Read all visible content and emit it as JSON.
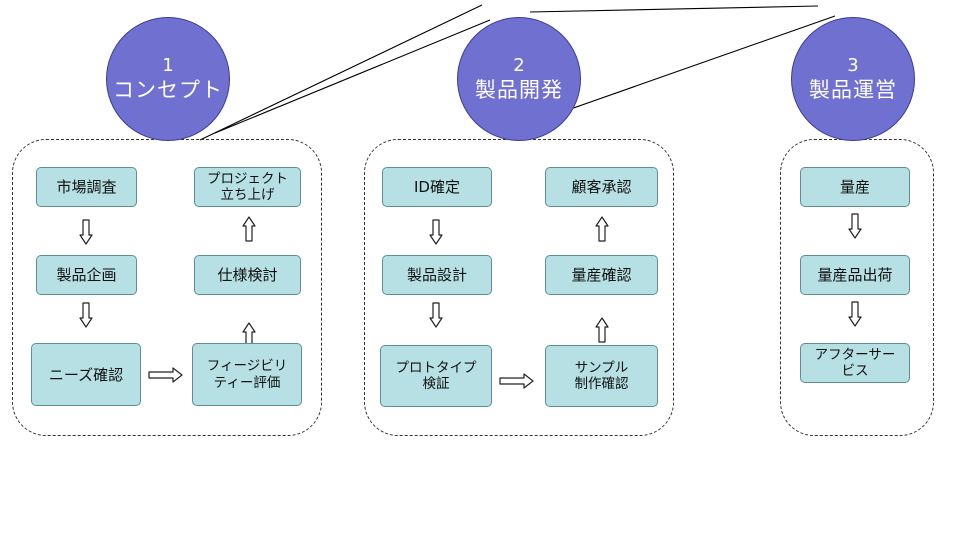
{
  "colors": {
    "circle_fill": "#7070d0",
    "step_fill": "#b6e0e4",
    "step_border": "#5f8f96",
    "line": "#000000"
  },
  "phases": [
    {
      "number": "1",
      "name": "コンセプト",
      "steps": [
        "市場調査",
        "製品企画",
        "ニーズ確認",
        "フィージビリ\nティー評価",
        "仕様検討",
        "プロジェクト\n立ち上げ"
      ]
    },
    {
      "number": "2",
      "name": "製品開発",
      "steps": [
        "ID確定",
        "製品設計",
        "プロトタイプ\n検証",
        "サンプル\n制作確認",
        "量産確認",
        "顧客承認"
      ]
    },
    {
      "number": "3",
      "name": "製品運営",
      "steps": [
        "量産",
        "量産品出荷",
        "アフターサー\nビス"
      ]
    }
  ],
  "arrow_icons": [
    "down-arrow-icon",
    "up-arrow-icon",
    "right-arrow-icon"
  ]
}
